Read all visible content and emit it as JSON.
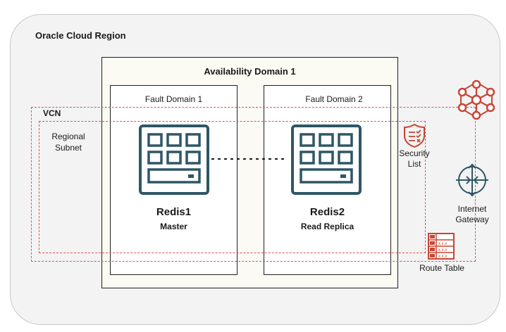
{
  "region": {
    "title": "Oracle Cloud Region"
  },
  "availability_domain": {
    "title": "Availability Domain 1"
  },
  "fault_domains": [
    {
      "title": "Fault Domain 1"
    },
    {
      "title": "Fault Domain 2"
    }
  ],
  "vcn": {
    "title": "VCN"
  },
  "subnet": {
    "line1": "Regional",
    "line2": "Subnet"
  },
  "nodes": [
    {
      "name": "Redis1",
      "role": "Master"
    },
    {
      "name": "Redis2",
      "role": "Read Replica"
    }
  ],
  "security_list": {
    "line1": "Security",
    "line2": "List"
  },
  "internet_gateway": {
    "line1": "Internet",
    "line2": "Gateway"
  },
  "route_table": {
    "label": "Route Table",
    "cell_text": "x.x.x"
  },
  "colors": {
    "dashed_boundary": "#e0524f",
    "server_icon": "#2e5765",
    "oci_orange": "#c74634"
  },
  "icons": [
    "server-icon",
    "security-list-icon",
    "internet-gateway-icon",
    "route-table-icon",
    "vcn-network-icon"
  ]
}
